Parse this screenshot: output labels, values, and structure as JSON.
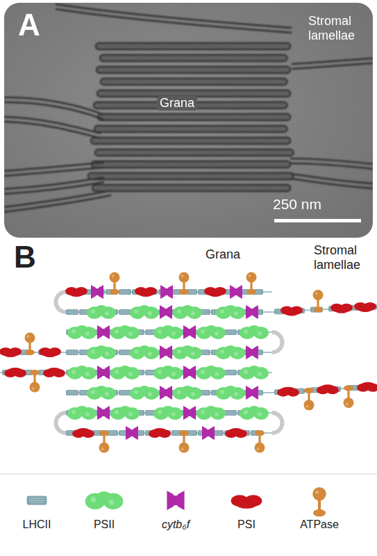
{
  "diagram": {
    "labels": [
      "A",
      "Grana",
      "Stromal lamellae",
      "250 nm",
      "B",
      "Grana",
      "Stromal lamellae"
    ],
    "legend": [
      {
        "text": "LHCII",
        "color": "#7fa3ad"
      },
      {
        "text": "PSII",
        "color": "#6edc78"
      },
      {
        "text": "cytb₆f",
        "color": "#b02aa8"
      },
      {
        "text": "PSI",
        "color": "#c8141c"
      },
      {
        "text": "ATPase",
        "color": "#d4893a"
      }
    ]
  }
}
